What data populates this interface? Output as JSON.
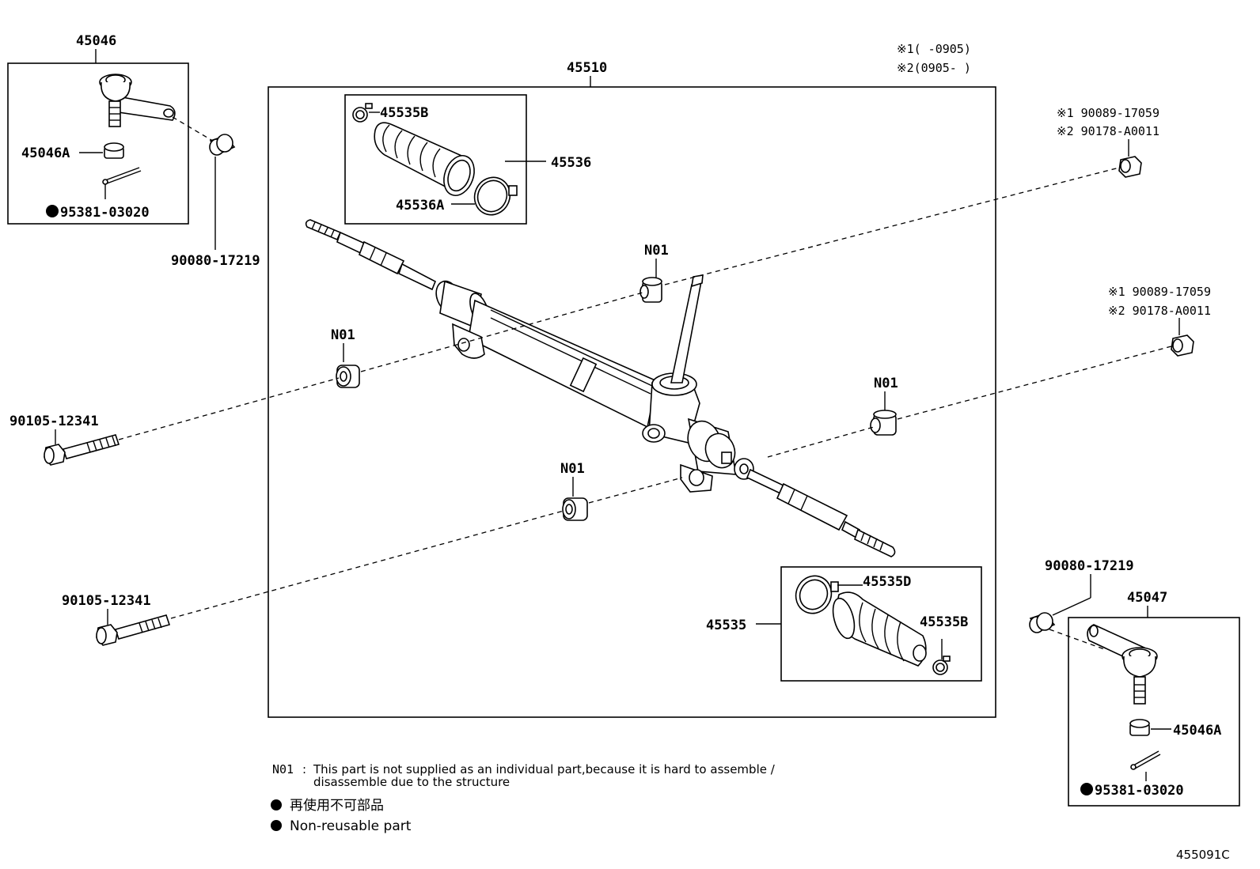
{
  "labels": {
    "tie_rod_end_left": "45046",
    "tie_rod_end_left_nut": "45046A",
    "tie_rod_end_left_pin": "95381-03020",
    "spacer_left": "90080-17219",
    "rack_assy": "45510",
    "version_note_1": "※1(   -0905)",
    "version_note_2": "※2(0905-   )",
    "clip_upper": "45535B",
    "boot_kit_upper": "45536",
    "clamp_upper": "45536A",
    "nut_upper_1": "※1 90089-17059",
    "nut_upper_2": "※2 90178-A0011",
    "nut_mid_1": "※1 90089-17059",
    "nut_mid_2": "※2 90178-A0011",
    "n01_upper_mid": "N01",
    "n01_left": "N01",
    "n01_right": "N01",
    "n01_lower": "N01",
    "bolt_upper": "90105-12341",
    "bolt_lower": "90105-12341",
    "clamp_lower": "45535D",
    "boot_kit_lower": "45535",
    "clip_lower": "45535B",
    "spacer_right": "90080-17219",
    "tie_rod_end_right": "45047",
    "tie_rod_end_right_nut": "45046A",
    "tie_rod_end_right_pin": "95381-03020"
  },
  "legend": {
    "n01_code": "N01",
    "n01_sep": ":",
    "n01_line1": "This part is not supplied as an individual part,because it is hard to assemble /",
    "n01_line2": "disassemble due to the structure",
    "nonreusable_jp": "再使用不可部品",
    "nonreusable_en": "Non-reusable part"
  },
  "diagram_id": "455091C"
}
